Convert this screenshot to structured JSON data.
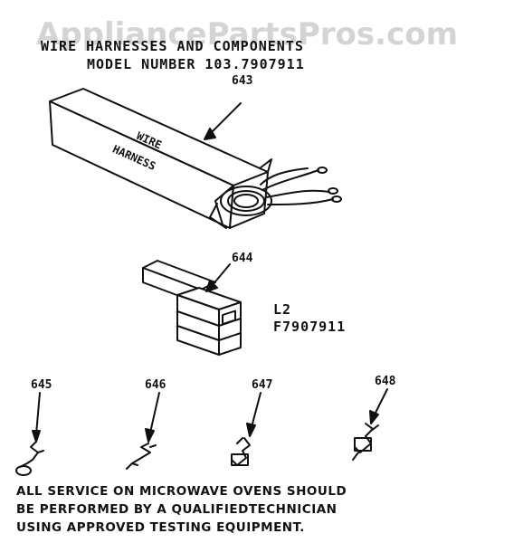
{
  "watermark": "AppliancePartsPros.com",
  "header": {
    "title": "WIRE HARNESSES AND COMPONENTS",
    "model": "MODEL NUMBER 103.7907911"
  },
  "parts": {
    "p643": "643",
    "p644": "644",
    "p645": "645",
    "p646": "646",
    "p647": "647",
    "p648": "648"
  },
  "box_label": {
    "line1": "WIRE",
    "line2": "HARNESS"
  },
  "diagram_code": {
    "line1": "L2",
    "line2": "F7907911"
  },
  "notice": {
    "line1": "ALL SERVICE ON MICROWAVE OVENS SHOULD",
    "line2": " BE PERFORMED BY A QUALIFIEDTECHNICIAN",
    "line3": "USING APPROVED TESTING EQUIPMENT."
  }
}
